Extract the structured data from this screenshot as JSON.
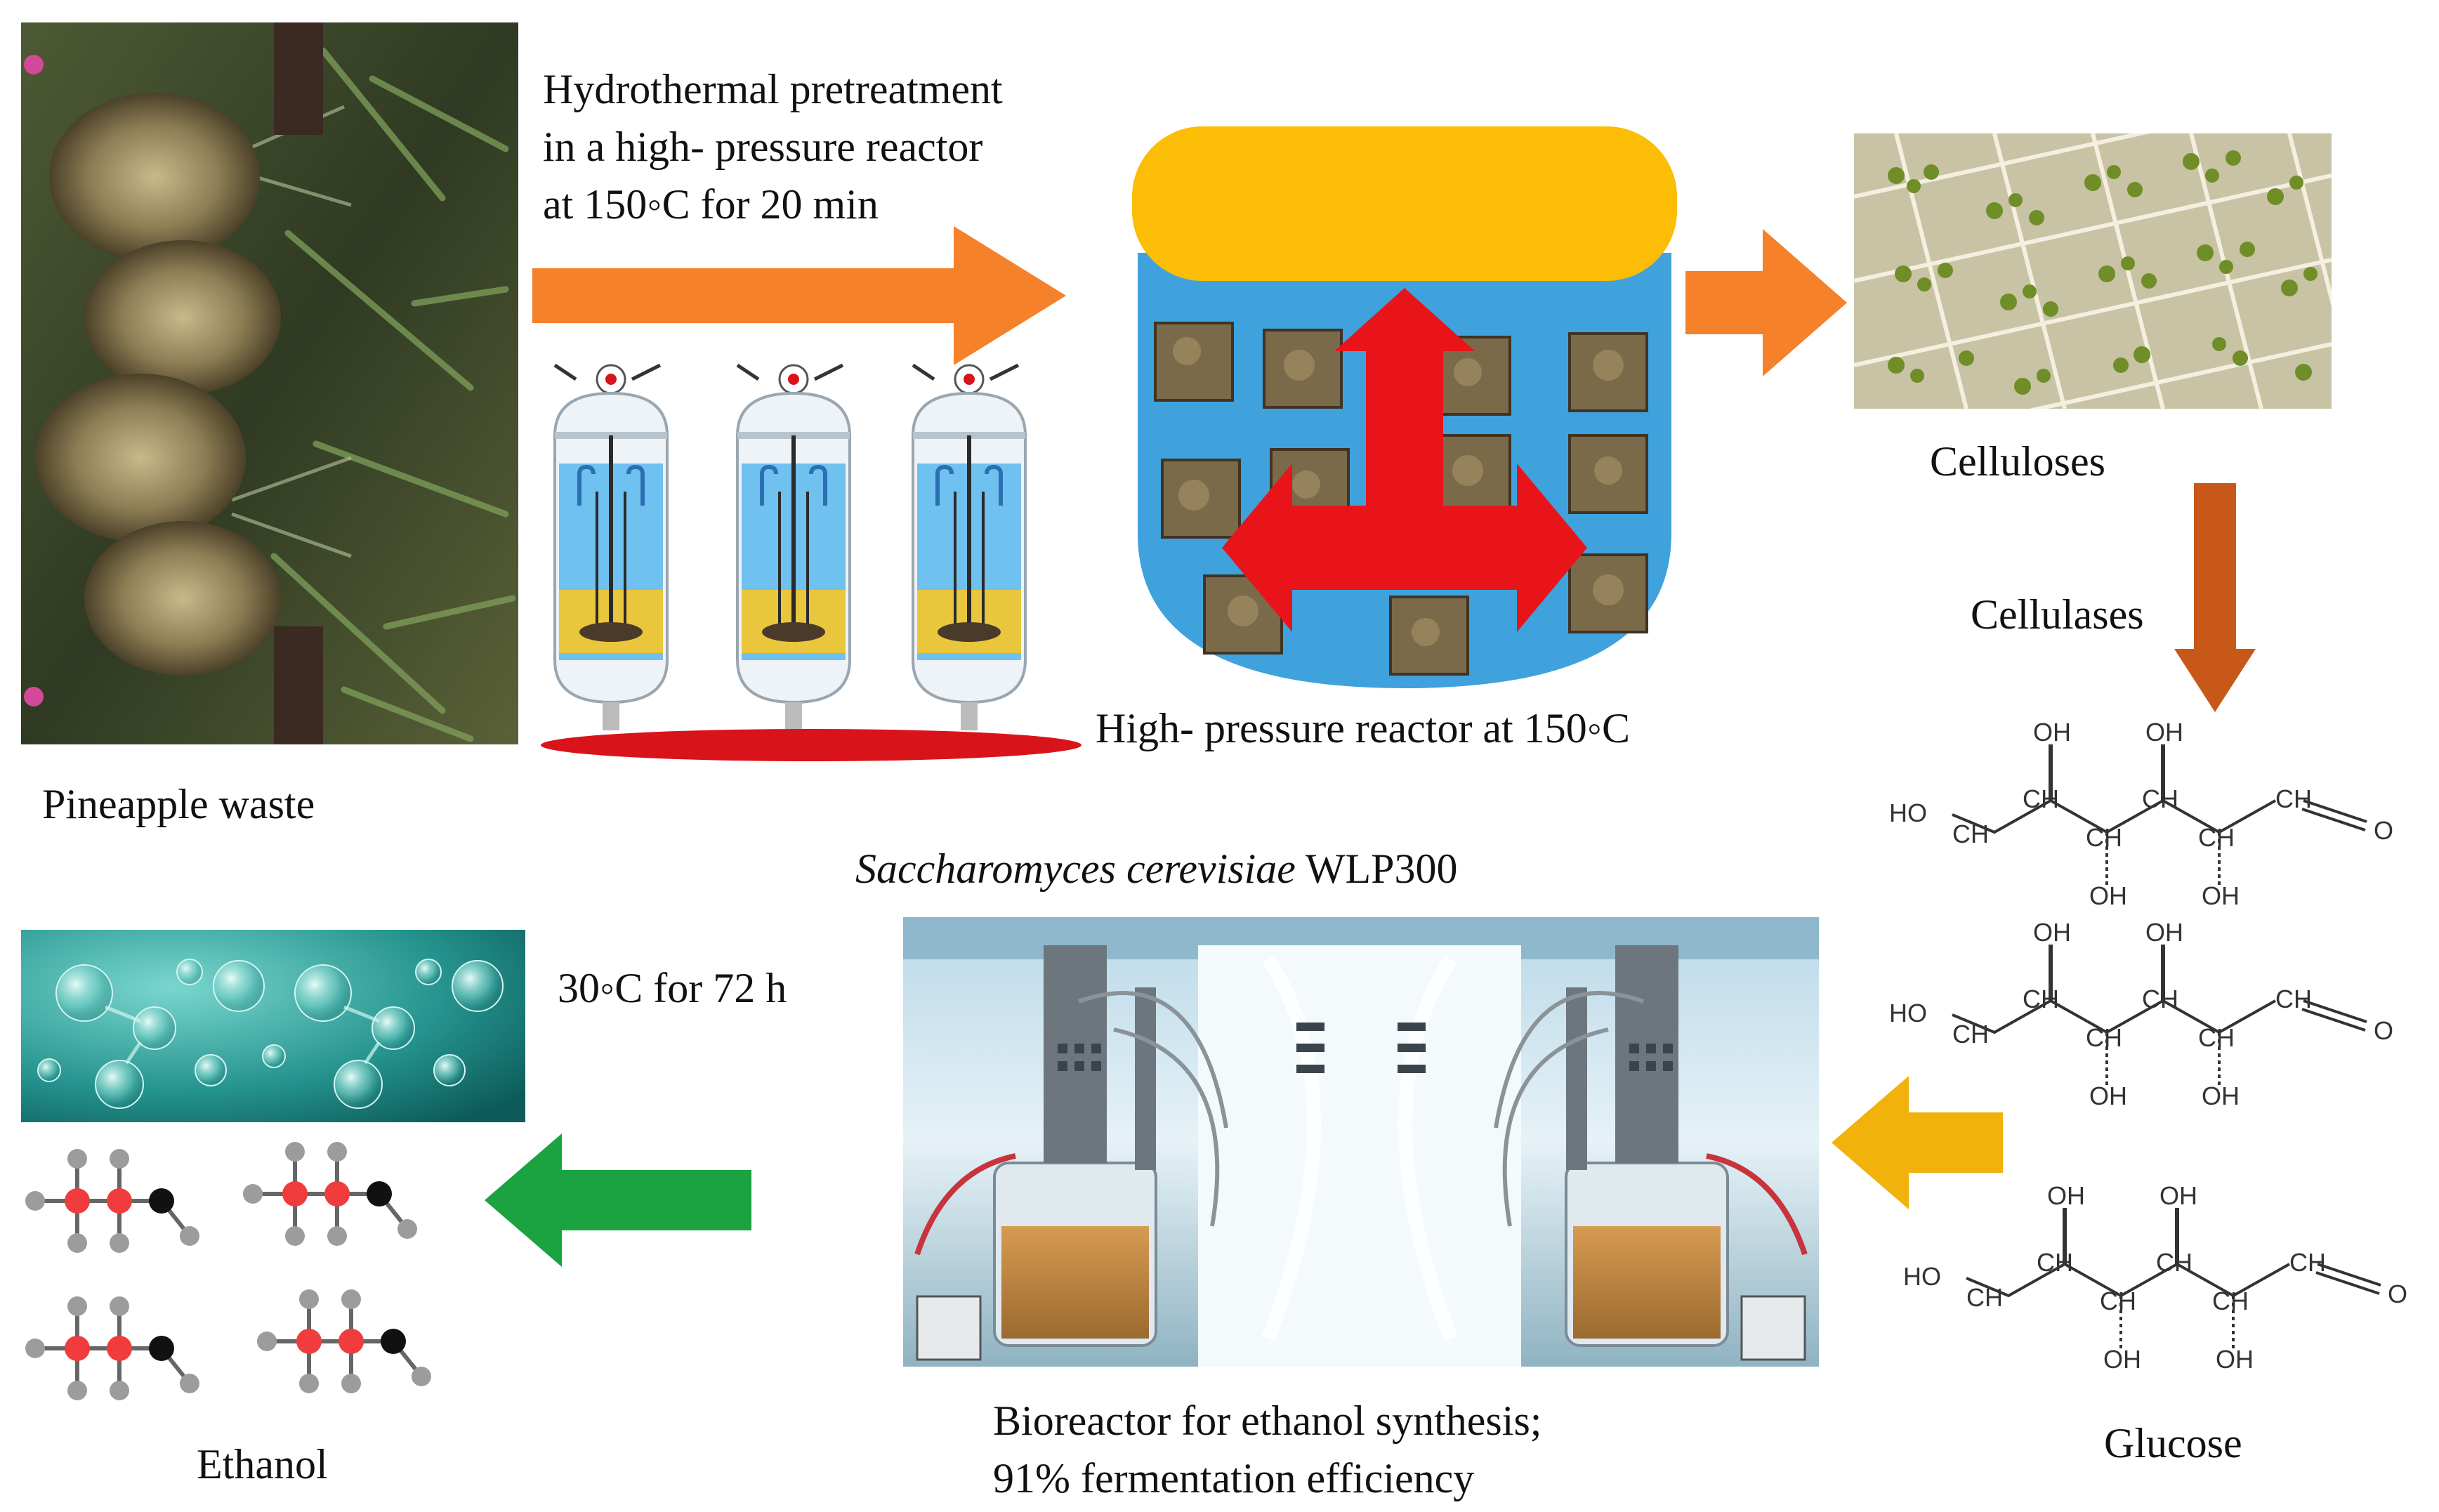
{
  "labels": {
    "pineapple_waste": "Pineapple waste",
    "pretreatment_line1": "Hydrothermal pretreatment",
    "pretreatment_line2": "in a high- pressure reactor",
    "pretreatment_line3": "at 150◦C for 20 min",
    "reactor_caption": "High- pressure  reactor at 150◦C",
    "celluloses": "Celluloses",
    "cellulases": "Cellulases",
    "glucose": "Glucose",
    "organism_italic": "Saccharomyces cerevisiae",
    "organism_strain": " WLP300",
    "bioreactor_line1": "Bioreactor for ethanol synthesis;",
    "bioreactor_line2": "91% fermentation efficiency",
    "fermentation_conditions": "30◦C for 72 h",
    "ethanol": "Ethanol"
  },
  "glucose_structure": {
    "ho": "HO",
    "ch2": "CH",
    "ch": "CH",
    "oh": "OH",
    "end_group": "CH",
    "o": "O"
  },
  "colors": {
    "orange_arrow": "#f5812a",
    "brown_arrow": "#c8581a",
    "yellow_arrow": "#f2b20c",
    "green_arrow": "#1aa340",
    "red_arrow": "#e8141a",
    "reactor_lid": "#fbbd06",
    "reactor_body": "#3fa2dd",
    "plate_red": "#d8141a"
  }
}
